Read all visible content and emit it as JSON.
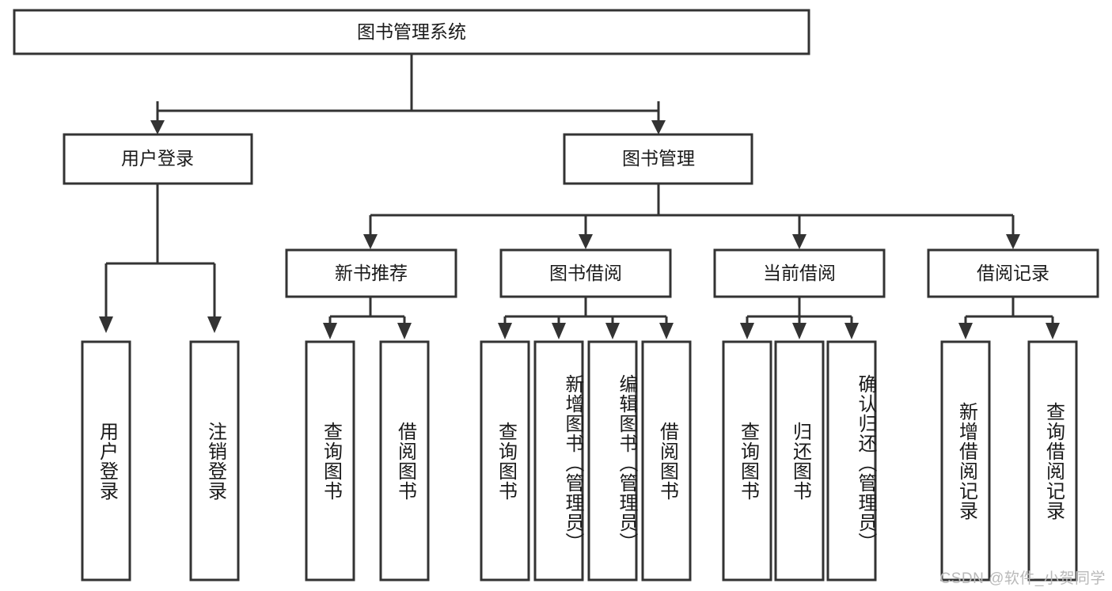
{
  "diagram": {
    "title_node": {
      "label": "图书管理系统"
    },
    "level2": [
      {
        "id": "user-login",
        "label": "用户登录"
      },
      {
        "id": "book-management",
        "label": "图书管理"
      }
    ],
    "level3": [
      {
        "id": "new-book-recommend",
        "label": "新书推荐"
      },
      {
        "id": "book-borrow",
        "label": "图书借阅"
      },
      {
        "id": "current-borrow",
        "label": "当前借阅"
      },
      {
        "id": "borrow-record",
        "label": "借阅记录"
      }
    ],
    "leaves": [
      {
        "id": "leaf-user-login",
        "label": "用户登录",
        "parent": "user-login"
      },
      {
        "id": "leaf-logout",
        "label": "注销登录",
        "parent": "user-login"
      },
      {
        "id": "leaf-query-book-1",
        "label": "查询图书",
        "parent": "new-book-recommend"
      },
      {
        "id": "leaf-borrow-book-1",
        "label": "借阅图书",
        "parent": "new-book-recommend"
      },
      {
        "id": "leaf-query-book-2",
        "label": "查询图书",
        "parent": "book-borrow"
      },
      {
        "id": "leaf-add-book",
        "label": "新增图书（管理员）",
        "parent": "book-borrow"
      },
      {
        "id": "leaf-edit-book",
        "label": "编辑图书（管理员）",
        "parent": "book-borrow"
      },
      {
        "id": "leaf-borrow-book-2",
        "label": "借阅图书",
        "parent": "book-borrow"
      },
      {
        "id": "leaf-query-book-3",
        "label": "查询图书",
        "parent": "current-borrow"
      },
      {
        "id": "leaf-return-book",
        "label": "归还图书",
        "parent": "current-borrow"
      },
      {
        "id": "leaf-confirm-return",
        "label": "确认归还（管理员）",
        "parent": "current-borrow"
      },
      {
        "id": "leaf-add-record",
        "label": "新增借阅记录",
        "parent": "borrow-record"
      },
      {
        "id": "leaf-query-record",
        "label": "查询借阅记录",
        "parent": "borrow-record"
      }
    ],
    "watermark": "CSDN @软件_小贺同学",
    "colors": {
      "stroke": "#333333",
      "box_fill": "#ffffff",
      "text": "#1a1a1a",
      "watermark": "#b9b9b9",
      "background": "#ffffff"
    }
  }
}
